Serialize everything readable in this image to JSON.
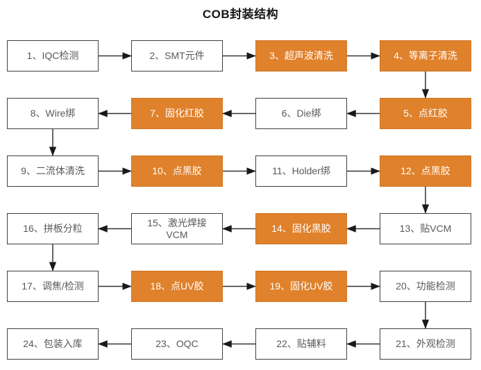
{
  "title": "COB封装结构",
  "colors": {
    "accent_fill": "#e0812b",
    "accent_border": "#cf7524",
    "accent_text": "#ffffff",
    "box_fill": "#ffffff",
    "box_border": "#3f3f3f",
    "box_text": "#595959",
    "arrow": "#333333",
    "title_text": "#161616"
  },
  "diagram": {
    "type": "flowchart",
    "flow": "serpentine",
    "nodes": [
      {
        "id": 1,
        "label": "1、IQC检测",
        "accent": false,
        "row": 0,
        "col": 0
      },
      {
        "id": 2,
        "label": "2、SMT元件",
        "accent": false,
        "row": 0,
        "col": 1
      },
      {
        "id": 3,
        "label": "3、超声波清洗",
        "accent": true,
        "row": 0,
        "col": 2
      },
      {
        "id": 4,
        "label": "4、等离子清洗",
        "accent": true,
        "row": 0,
        "col": 3
      },
      {
        "id": 5,
        "label": "5、点红胶",
        "accent": true,
        "row": 1,
        "col": 3
      },
      {
        "id": 6,
        "label": "6、Die绑",
        "accent": false,
        "row": 1,
        "col": 2
      },
      {
        "id": 7,
        "label": "7、固化红胶",
        "accent": true,
        "row": 1,
        "col": 1
      },
      {
        "id": 8,
        "label": "8、Wire绑",
        "accent": false,
        "row": 1,
        "col": 0
      },
      {
        "id": 9,
        "label": "9、二流体清洗",
        "accent": false,
        "row": 2,
        "col": 0
      },
      {
        "id": 10,
        "label": "10、点黑胶",
        "accent": true,
        "row": 2,
        "col": 1
      },
      {
        "id": 11,
        "label": "11、Holder绑",
        "accent": false,
        "row": 2,
        "col": 2
      },
      {
        "id": 12,
        "label": "12、点黑胶",
        "accent": true,
        "row": 2,
        "col": 3
      },
      {
        "id": 13,
        "label": "13、贴VCM",
        "accent": false,
        "row": 3,
        "col": 3
      },
      {
        "id": 14,
        "label": "14、固化黑胶",
        "accent": true,
        "row": 3,
        "col": 2
      },
      {
        "id": 15,
        "label": "15、激光焊接\nVCM",
        "accent": false,
        "row": 3,
        "col": 1
      },
      {
        "id": 16,
        "label": "16、拼板分粒",
        "accent": false,
        "row": 3,
        "col": 0
      },
      {
        "id": 17,
        "label": "17、调焦/检测",
        "accent": false,
        "row": 4,
        "col": 0
      },
      {
        "id": 18,
        "label": "18、点UV胶",
        "accent": true,
        "row": 4,
        "col": 1
      },
      {
        "id": 19,
        "label": "19、固化UV胶",
        "accent": true,
        "row": 4,
        "col": 2
      },
      {
        "id": 20,
        "label": "20、功能检测",
        "accent": false,
        "row": 4,
        "col": 3
      },
      {
        "id": 21,
        "label": "21、外观检测",
        "accent": false,
        "row": 5,
        "col": 3
      },
      {
        "id": 22,
        "label": "22、贴辅料",
        "accent": false,
        "row": 5,
        "col": 2
      },
      {
        "id": 23,
        "label": "23、OQC",
        "accent": false,
        "row": 5,
        "col": 1
      },
      {
        "id": 24,
        "label": "24、包装入库",
        "accent": false,
        "row": 5,
        "col": 0
      }
    ],
    "edges": [
      [
        1,
        2
      ],
      [
        2,
        3
      ],
      [
        3,
        4
      ],
      [
        4,
        5
      ],
      [
        5,
        6
      ],
      [
        6,
        7
      ],
      [
        7,
        8
      ],
      [
        8,
        9
      ],
      [
        9,
        10
      ],
      [
        10,
        11
      ],
      [
        11,
        12
      ],
      [
        12,
        13
      ],
      [
        13,
        14
      ],
      [
        14,
        15
      ],
      [
        15,
        16
      ],
      [
        16,
        17
      ],
      [
        17,
        18
      ],
      [
        18,
        19
      ],
      [
        19,
        20
      ],
      [
        20,
        21
      ],
      [
        21,
        22
      ],
      [
        22,
        23
      ],
      [
        23,
        24
      ]
    ]
  }
}
